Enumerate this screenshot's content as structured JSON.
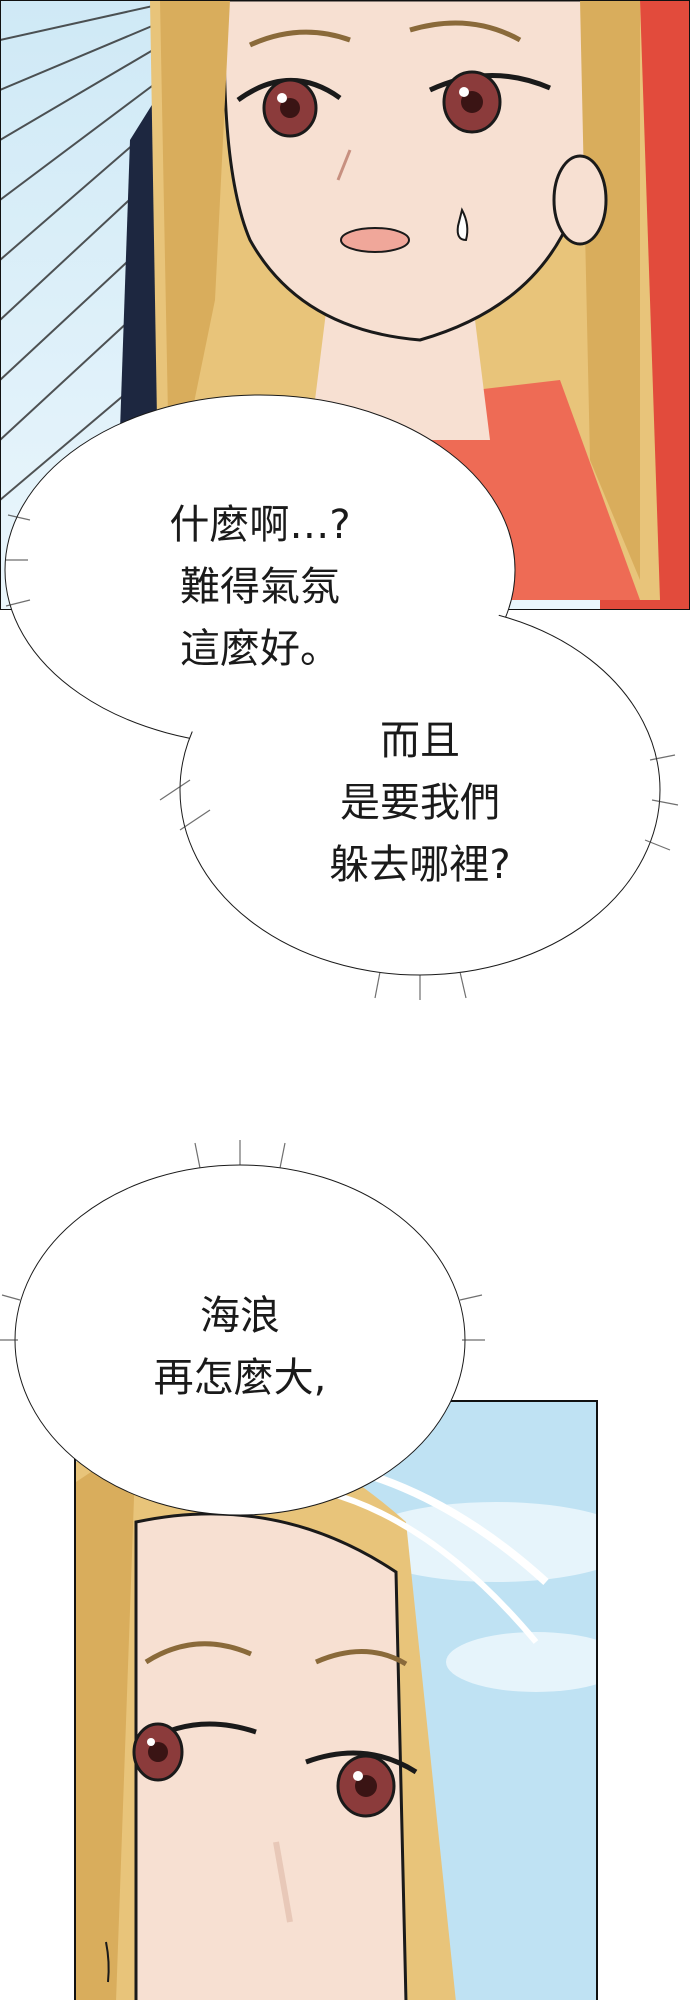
{
  "panels": [
    {
      "name": "top-panel",
      "content": "blonde-woman-worried"
    },
    {
      "name": "bottom-panel",
      "content": "blonde-woman-frowning"
    }
  ],
  "bubbles": {
    "first": {
      "lines": [
        "什麼啊…?",
        "難得氣氛",
        "這麼好。"
      ]
    },
    "second": {
      "lines": [
        "而且",
        "是要我們",
        "躲去哪裡?"
      ]
    },
    "third": {
      "lines": [
        "海浪",
        "再怎麼大,"
      ]
    }
  },
  "colors": {
    "hair": "#e8c47a",
    "skin": "#f7e0d2",
    "sky": "#bfe2f3",
    "red": "#e24b3c",
    "eyes": "#8b3b3b"
  }
}
